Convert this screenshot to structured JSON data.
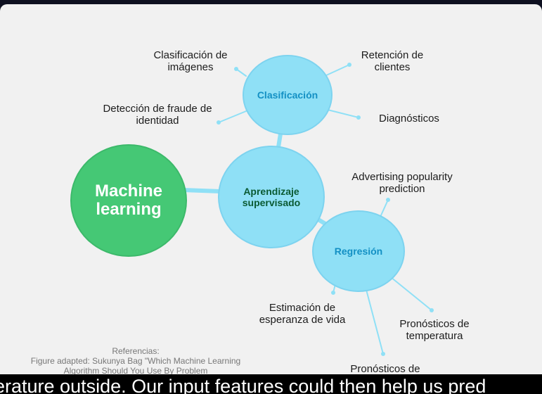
{
  "diagram": {
    "root": "Machine learning",
    "supervised": "Aprendizaje supervisado",
    "classification": {
      "title": "Clasificación",
      "items": [
        "Clasificación de imágenes",
        "Retención de clientes",
        "Detección de fraude de identidad",
        "Diagnósticos"
      ]
    },
    "regression": {
      "title": "Regresión",
      "items": [
        "Advertising popularity prediction",
        "Estimación de esperanza de vida",
        "Pronósticos de temperatura",
        "Pronósticos de mercado"
      ]
    }
  },
  "references": {
    "heading": "Referencias:",
    "text": "Figure adapted: Sukunya Bag \"Which Machine Learning Algorithm Should You Use By Problem"
  },
  "subtitle": "erature outside. Our input features could then help us pred",
  "colors": {
    "green_circle": "#45c875",
    "blue_circle": "#8fe0f6",
    "connector": "#8fe0f6",
    "subtitle_bg": "#000000"
  }
}
